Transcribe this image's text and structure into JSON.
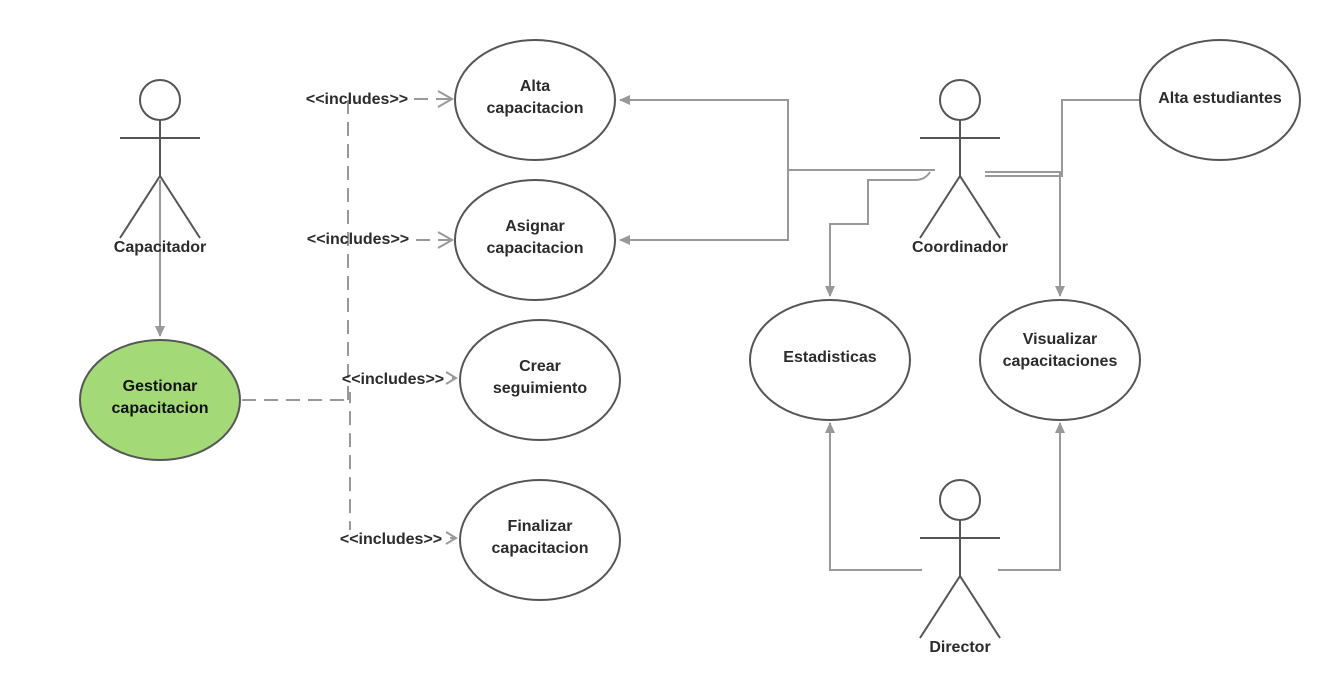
{
  "colors": {
    "highlight_fill": "#a3d977",
    "stroke": "#555555",
    "connector": "#999999",
    "text": "#2b2b2b"
  },
  "actors": {
    "capacitador": "Capacitador",
    "coordinador": "Coordinador",
    "director": "Director"
  },
  "use_cases": {
    "gestionar": [
      "Gestionar",
      "capacitacion"
    ],
    "alta_capacitacion": [
      "Alta",
      "capacitacion"
    ],
    "asignar_capacitacion": [
      "Asignar",
      "capacitacion"
    ],
    "crear_seguimiento": [
      "Crear",
      "seguimiento"
    ],
    "finalizar_capacitacion": [
      "Finalizar",
      "capacitacion"
    ],
    "alta_estudiantes": [
      "Alta estudiantes"
    ],
    "estadisticas": [
      "Estadisticas"
    ],
    "visualizar_capacitaciones": [
      "Visualizar",
      "capacitaciones"
    ]
  },
  "relations": {
    "include_alta": "<<includes>>",
    "include_asignar": "<<includes>>",
    "include_crear": "<<includes>>",
    "include_finalizar": "<<includes>>"
  }
}
